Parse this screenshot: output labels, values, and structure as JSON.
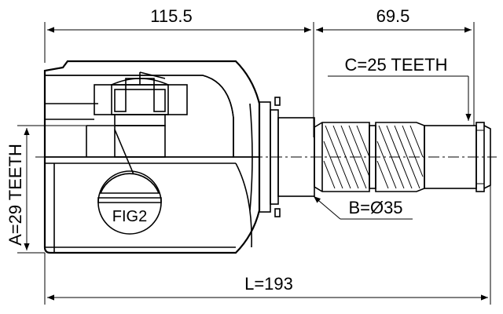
{
  "dimensions": {
    "housing_length": "115.5",
    "shaft_length": "69.5",
    "total_length": "L=193",
    "shaft_teeth": "C=25 TEETH",
    "housing_teeth": "A=29 TEETH",
    "shaft_diameter": "B=Ø35"
  },
  "detail_label": "FIG2",
  "colors": {
    "ink": "#000000",
    "background": "#ffffff"
  }
}
